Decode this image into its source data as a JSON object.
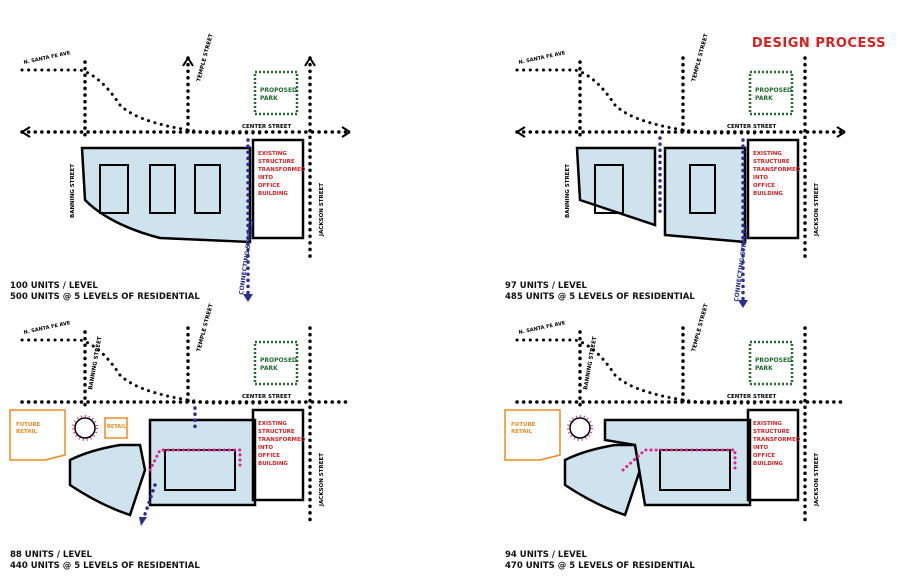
{
  "title": "DESIGN PROCESS",
  "streets": {
    "santa_fe": "N. SANTA FE AVE",
    "temple": "TEMPLE STREET",
    "center": "CENTER STREET",
    "banning": "BANNING STREET",
    "jackson": "JACKSON STREET"
  },
  "park_label_1": "PROPOSED",
  "park_label_2": "PARK",
  "existing_label": [
    "EXISTING",
    "STRUCTURE",
    "TRANSFORMED",
    "INTO",
    "OFFICE",
    "BUILDING"
  ],
  "connecting_label": "CONNECTING STREETS",
  "future_retail_1": "FUTURE",
  "future_retail_2": "RETAIL",
  "retail_label": "RETAIL",
  "panels": [
    {
      "units_per_level": "100 UNITS / LEVEL",
      "total": "500 UNITS @ 5 LEVELS OF RESIDENTIAL"
    },
    {
      "units_per_level": "97 UNITS / LEVEL",
      "total": "485 UNITS @ 5 LEVELS OF RESIDENTIAL"
    },
    {
      "units_per_level": "88 UNITS / LEVEL",
      "total": "440 UNITS @ 5 LEVELS OF RESIDENTIAL"
    },
    {
      "units_per_level": "94 UNITS / LEVEL",
      "total": "470 UNITS @ 5 LEVELS OF RESIDENTIAL"
    }
  ],
  "colors": {
    "title": "#d62020",
    "park": "#1f6b2e",
    "existing": "#d62020",
    "arrow": "#2a2f8f",
    "retail": "#f08a1c",
    "pink": "#e0218a",
    "site": "#cfe3ef"
  }
}
